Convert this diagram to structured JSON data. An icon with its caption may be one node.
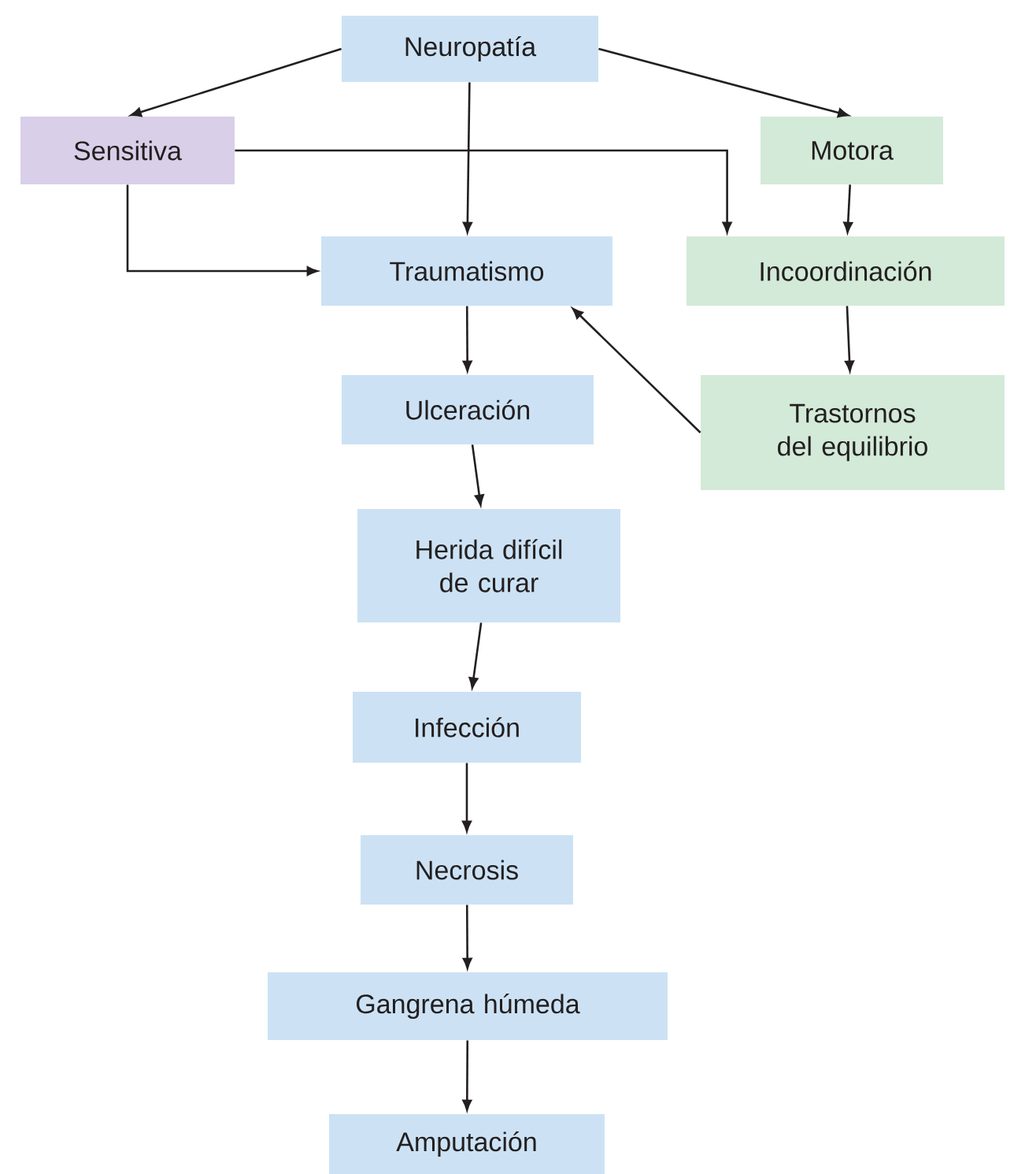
{
  "diagram": {
    "nodes": [
      {
        "text": [
          "Neuropatía"
        ]
      },
      {
        "text": [
          "Sensitiva"
        ]
      },
      {
        "text": [
          "Motora"
        ]
      },
      {
        "text": [
          "Traumatismo"
        ]
      },
      {
        "text": [
          "Incoordinación"
        ]
      },
      {
        "text": [
          "Ulceración"
        ]
      },
      {
        "text": [
          "Trastornos del equilibrio"
        ]
      },
      {
        "text": [
          "Herida difícil de curar"
        ]
      },
      {
        "text": [
          "Infección"
        ]
      },
      {
        "text": [
          "Necrosis"
        ]
      },
      {
        "text": [
          "Gangrena húmeda"
        ]
      },
      {
        "text": [
          "Amputación"
        ]
      }
    ],
    "edges": [
      {
        "from": 0,
        "to": 1,
        "arrow": "to"
      },
      {
        "from": 0,
        "to": 2,
        "arrow": "to"
      },
      {
        "from": 0,
        "to": 3,
        "arrow": "to"
      },
      {
        "from": 1,
        "to": 3,
        "arrow": "to"
      },
      {
        "from": 1,
        "to": 4,
        "arrow": "to"
      },
      {
        "from": 2,
        "to": 4,
        "arrow": "to"
      },
      {
        "from": 4,
        "to": 6,
        "arrow": "to"
      },
      {
        "from": 6,
        "to": 3,
        "arrow": "to"
      },
      {
        "from": 3,
        "to": 5,
        "arrow": "to"
      },
      {
        "from": 5,
        "to": 7,
        "arrow": "to"
      },
      {
        "from": 7,
        "to": 8,
        "arrow": "to"
      },
      {
        "from": 8,
        "to": 9,
        "arrow": "to"
      },
      {
        "from": 9,
        "to": 10,
        "arrow": "to"
      },
      {
        "from": 10,
        "to": 11,
        "arrow": "to"
      }
    ]
  }
}
